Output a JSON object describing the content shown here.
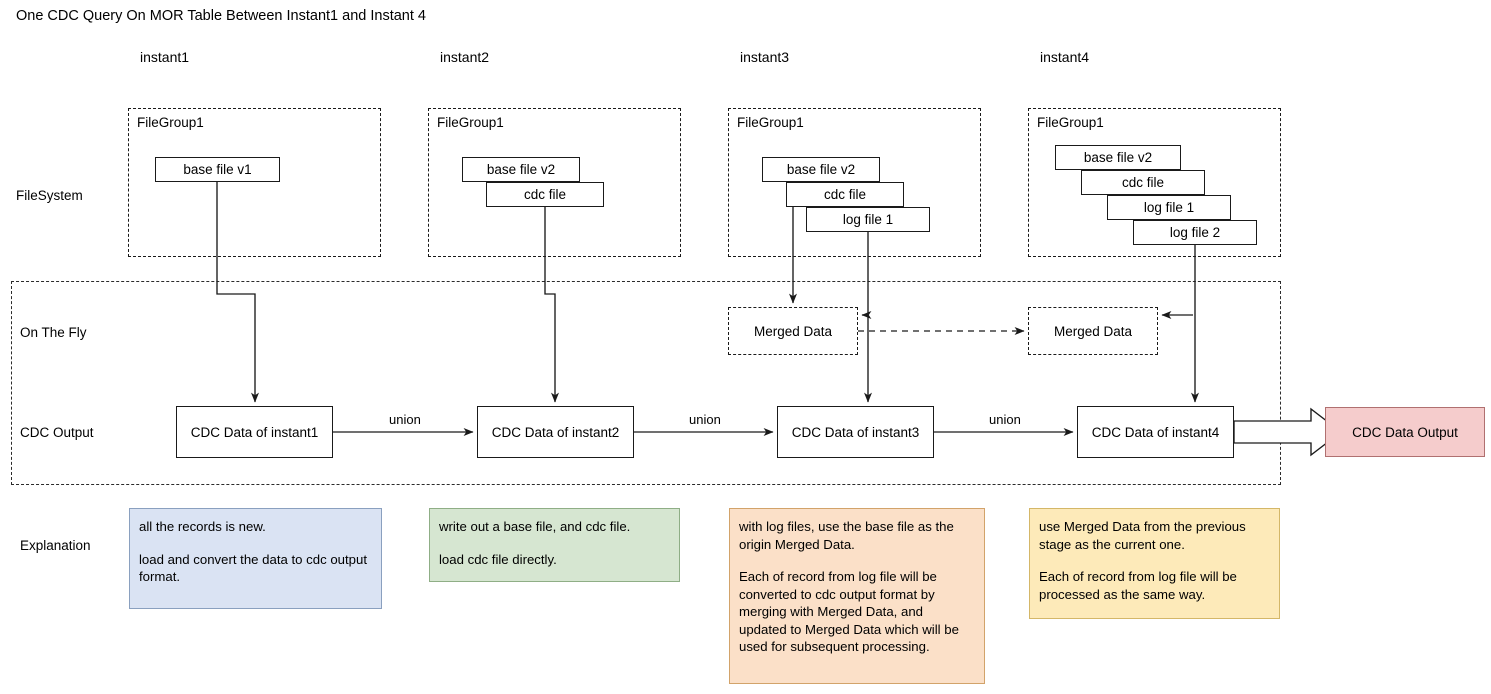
{
  "title": "One CDC Query On MOR Table Between Instant1 and Instant 4",
  "columns": [
    {
      "header": "instant1"
    },
    {
      "header": "instant2"
    },
    {
      "header": "instant3"
    },
    {
      "header": "instant4"
    }
  ],
  "row_labels": {
    "filesystem": "FileSystem",
    "on_the_fly": "On The Fly",
    "cdc_output": "CDC Output",
    "explanation": "Explanation"
  },
  "filegroups": [
    {
      "label": "FileGroup1",
      "files": [
        "base file v1"
      ]
    },
    {
      "label": "FileGroup1",
      "files": [
        "base file v2",
        "cdc file"
      ]
    },
    {
      "label": "FileGroup1",
      "files": [
        "base file v2",
        "cdc file",
        "log file 1"
      ]
    },
    {
      "label": "FileGroup1",
      "files": [
        "base file v2",
        "cdc file",
        "log file 1",
        "log file 2"
      ]
    }
  ],
  "merged_data": [
    {
      "label": "Merged Data"
    },
    {
      "label": "Merged Data"
    }
  ],
  "cdc_boxes": [
    {
      "label": "CDC Data of instant1"
    },
    {
      "label": "CDC Data of instant2"
    },
    {
      "label": "CDC Data of instant3"
    },
    {
      "label": "CDC Data of instant4"
    }
  ],
  "union_labels": [
    "union",
    "union",
    "union"
  ],
  "output_box": {
    "label": "CDC Data Output"
  },
  "explanations": [
    {
      "color": "#dae3f3",
      "border": "#8aa0bf",
      "paragraphs": [
        "all the records is new.",
        "load and convert the data to cdc output format."
      ]
    },
    {
      "color": "#d6e6d1",
      "border": "#8fae86",
      "paragraphs": [
        "write out a base file, and cdc file.",
        "load cdc file directly."
      ]
    },
    {
      "color": "#fbe0c8",
      "border": "#d2a36a",
      "paragraphs": [
        "with log files, use the base file as the origin Merged Data.",
        "Each of record from log file will be converted to cdc output format by merging with Merged Data, and updated to Merged Data which will be used for subsequent processing."
      ]
    },
    {
      "color": "#fdeab9",
      "border": "#d4b768",
      "paragraphs": [
        "use Merged Data from the previous stage as the current one.",
        "Each of record from log file will be processed as the same way."
      ]
    }
  ],
  "colors": {
    "output_fill": "#f5cccc",
    "output_border": "#b07070",
    "line": "#1a1a1a"
  }
}
